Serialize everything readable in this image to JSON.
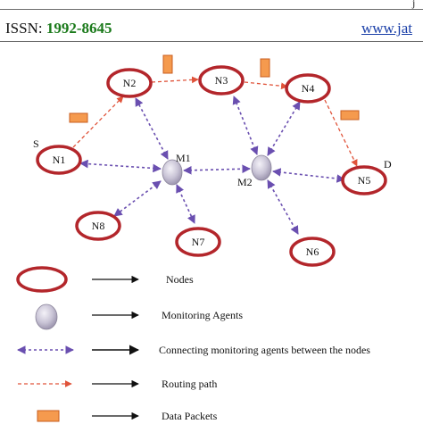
{
  "header": {
    "top_fragment": "j",
    "issn_label": "ISSN: ",
    "issn_number": "1992-8645",
    "url_fragment": "www.jat"
  },
  "diagram": {
    "nodes": [
      {
        "id": "N1",
        "label": "N1"
      },
      {
        "id": "N2",
        "label": "N2"
      },
      {
        "id": "N3",
        "label": "N3"
      },
      {
        "id": "N4",
        "label": "N4"
      },
      {
        "id": "N5",
        "label": "N5"
      },
      {
        "id": "N6",
        "label": "N6"
      },
      {
        "id": "N7",
        "label": "N7"
      },
      {
        "id": "N8",
        "label": "N8"
      }
    ],
    "agents": [
      {
        "id": "M1",
        "label": "M1"
      },
      {
        "id": "M2",
        "label": "M2"
      }
    ],
    "source_label": "S",
    "destination_label": "D",
    "routing_path": [
      "N1",
      "N2",
      "N3",
      "N4",
      "N5"
    ],
    "agent_links": [
      [
        "M1",
        "N1"
      ],
      [
        "M1",
        "N2"
      ],
      [
        "M1",
        "N8"
      ],
      [
        "M1",
        "N7"
      ],
      [
        "M1",
        "M2"
      ],
      [
        "M2",
        "N3"
      ],
      [
        "M2",
        "N4"
      ],
      [
        "M2",
        "N5"
      ],
      [
        "M2",
        "N6"
      ]
    ],
    "colors": {
      "node_ring": "#b3262b",
      "agent_link": "#6a4fb0",
      "routing_path": "#e0533a",
      "packet": "#e8742a"
    }
  },
  "legend": {
    "nodes": "Nodes",
    "monitoring_agents": "Monitoring Agents",
    "connecting": "Connecting monitoring agents between the nodes",
    "routing_path": "Routing path",
    "data_packets": "Data Packets"
  }
}
